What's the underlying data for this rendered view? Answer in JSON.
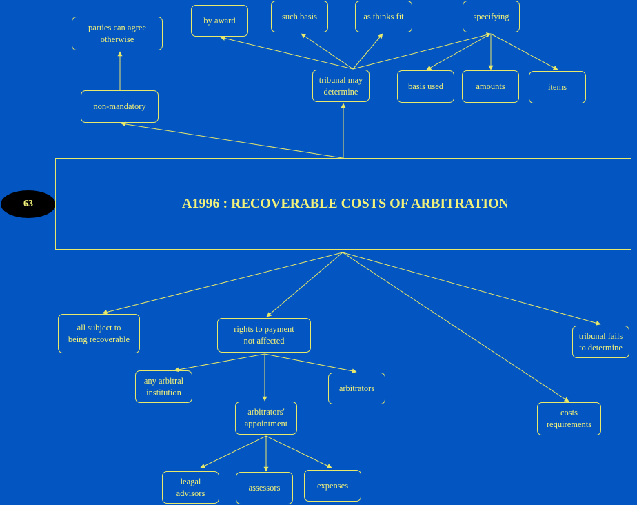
{
  "diagram": {
    "number": "63",
    "title": "A1996 : RECOVERABLE COSTS OF ARBITRATION",
    "nodes": {
      "parties_agree": "parties can agree\notherwise",
      "non_mandatory": "non-mandatory",
      "by_award": "by award",
      "such_basis": "such basis",
      "as_thinks_fit": "as thinks fit",
      "specifying": "specifying",
      "tribunal_may": "tribunal may\ndetermine",
      "basis_used": "basis used",
      "amounts": "amounts",
      "items": "items",
      "all_subject": "all subject to\nbeing recoverable",
      "rights_payment": "rights to payment\nnot affected",
      "tribunal_fails": "tribunal fails\nto determine",
      "any_institution": "any arbitral\ninstitution",
      "arbitrators": "arbitrators",
      "appointment": "arbitrators'\nappointment",
      "costs_requirements": "costs\nrequirements",
      "legal_advisors": "leagal\nadvisors",
      "assessors": "assessors",
      "expenses": "expenses"
    },
    "colors": {
      "background": "#0355c1",
      "line": "#e8e86a",
      "text": "#f0f07a",
      "badge": "#000000"
    }
  }
}
